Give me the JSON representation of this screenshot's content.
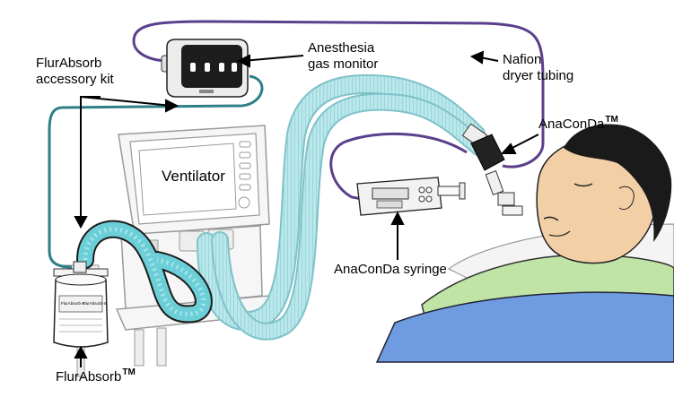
{
  "labels": {
    "flurabsorb_kit_line1": "FlurAbsorb",
    "flurabsorb_kit_line2": "accessory kit",
    "monitor_line1": "Anesthesia",
    "monitor_line2": "gas monitor",
    "nafion_line1": "Nafion",
    "nafion_line2": "dryer tubing",
    "anaconda": "AnaConDa",
    "anaconda_tm": "TM",
    "ventilator": "Ventilator",
    "syringe": "AnaConDa syringe",
    "flurabsorb": "FlurAbsorb",
    "flurabsorb_tm": "TM"
  },
  "canister_labels": [
    "FlurAbsorb-S",
    "FlurAbsorb-S"
  ],
  "colors": {
    "gas_line_purple": "#5b3f8c",
    "teal_line": "#2e7f86",
    "hose_fill": "#a8dfe4",
    "hose_blue": "#6ccfd8",
    "skin": "#f3cfa6",
    "blanket": "#6f9be0",
    "gown": "#bfe4a6",
    "pillow": "#f4f4f4",
    "device_dark": "#2a2a2a"
  }
}
